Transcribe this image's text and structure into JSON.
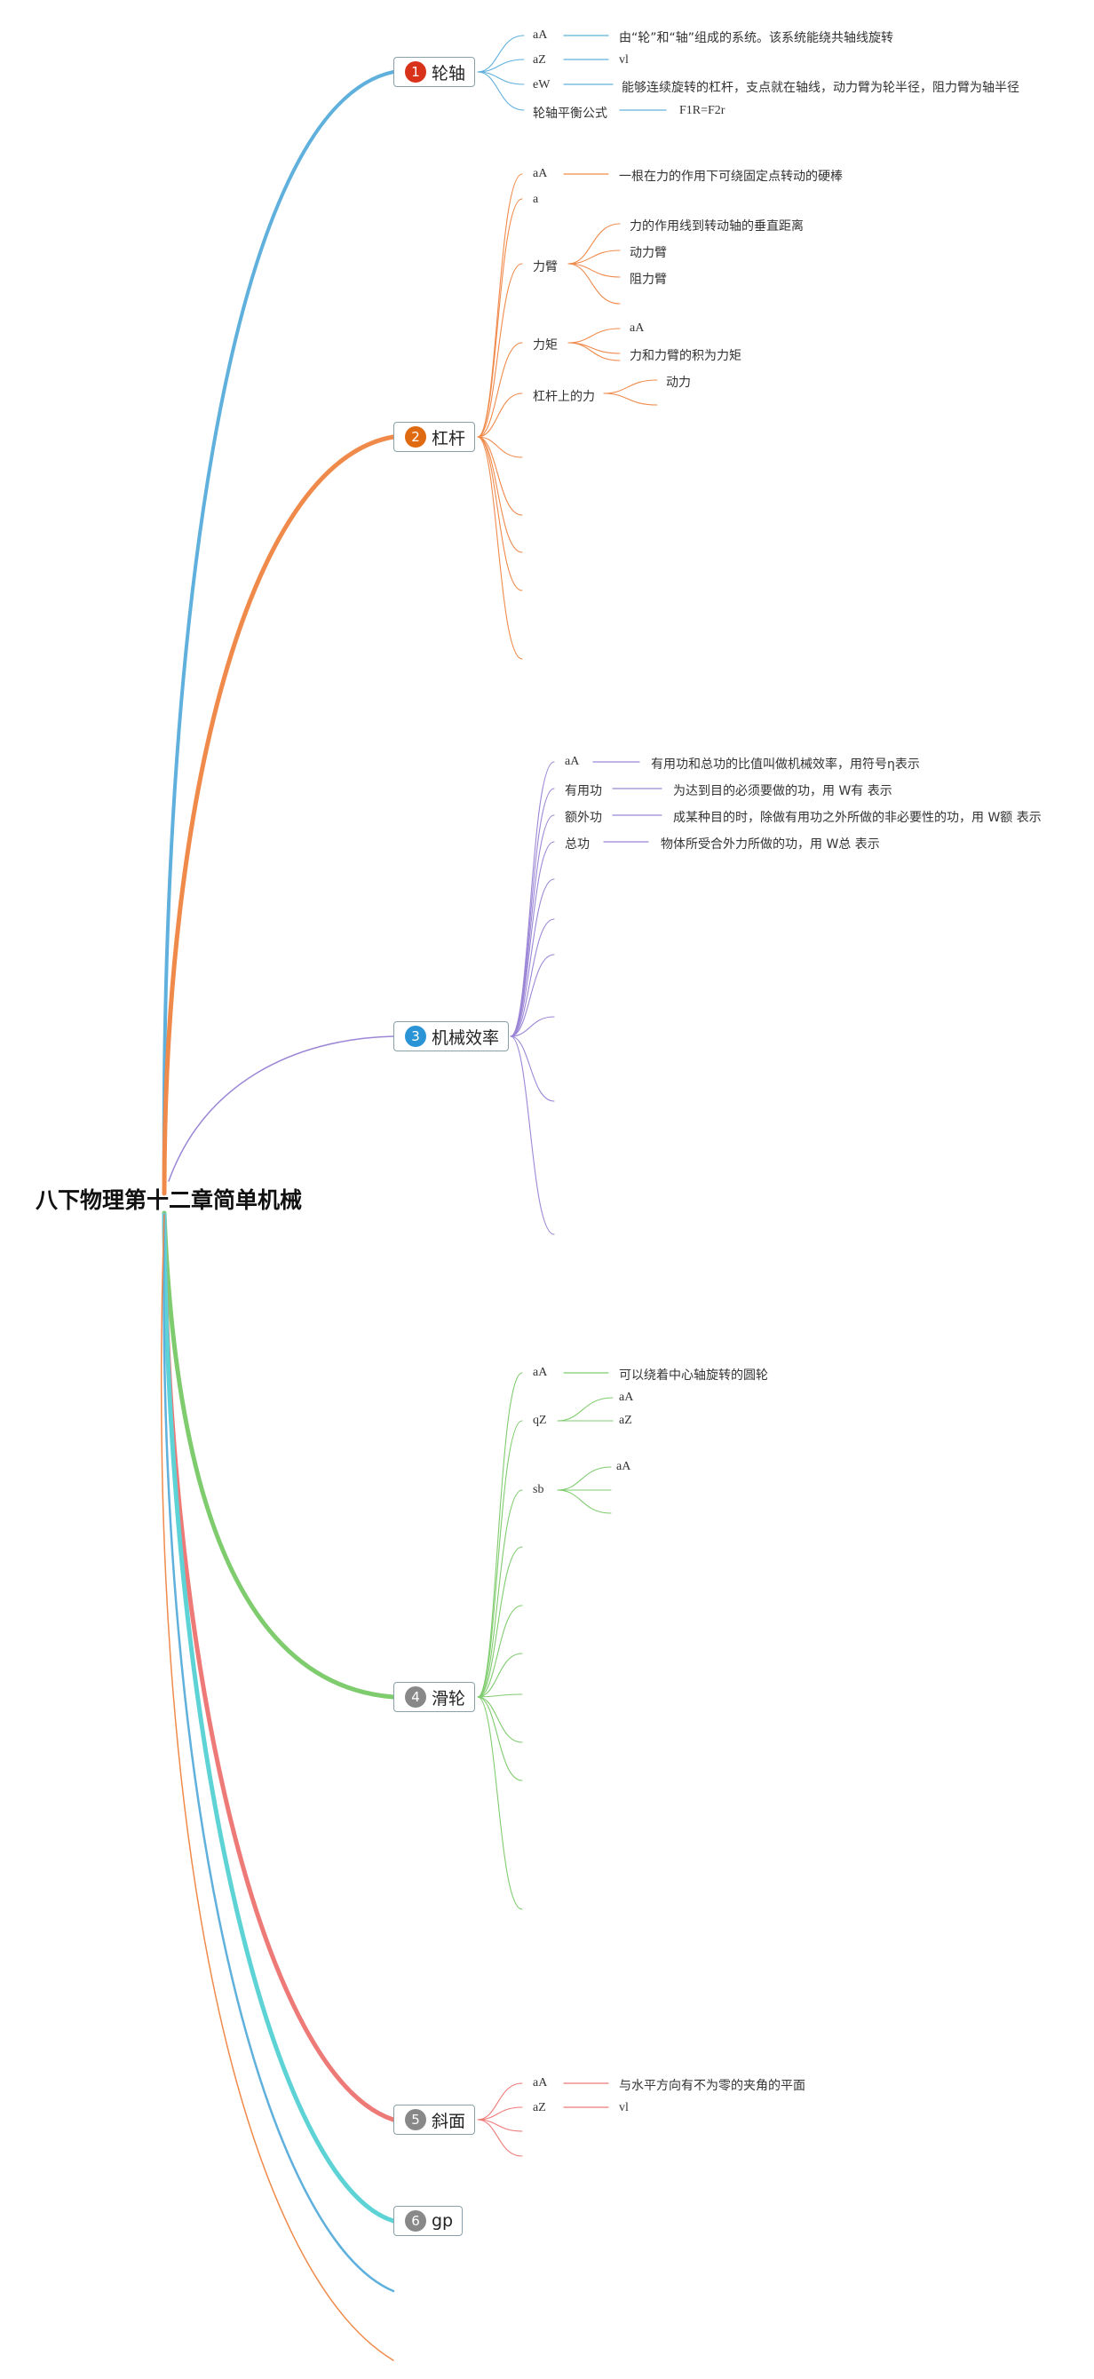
{
  "root": {
    "title": "八下物理第十二章简单机械"
  },
  "colors": {
    "b1": "#5fb0dc",
    "b2": "#f08a4b",
    "b3": "#9b86d6",
    "b4": "#7fcc6e",
    "b5": "#ee7a78",
    "b6": "#5ed3d6",
    "extra1": "#5fb0dc",
    "extra2": "#f08a4b",
    "num1": "#d9321b",
    "num2": "#e06a12",
    "num3": "#2b94d6",
    "num4": "#888888",
    "num5": "#888888",
    "num6": "#888888"
  },
  "branches": [
    {
      "num": "1",
      "label": "轮轴",
      "items": [
        {
          "label": "aA",
          "text": "由“轮”和“轴”组成的系统。该系统能绕共轴线旋转"
        },
        {
          "label": "aZ",
          "text": "vl"
        },
        {
          "label": "eW",
          "text": "能够连续旋转的杠杆，支点就在轴线，动力臂为轮半径，阻力臂为轴半径"
        },
        {
          "label": "轮轴平衡公式",
          "text": "F1R=F2r"
        }
      ]
    },
    {
      "num": "2",
      "label": "杠杆",
      "items": [
        {
          "label": "aA",
          "text": "一根在力的作用下可绕固定点转动的硬棒"
        },
        {
          "label": "a",
          "text": ""
        },
        {
          "label": "力臂",
          "children": [
            "力的作用线到转动轴的垂直距离",
            "动力臂",
            "阻力臂"
          ]
        },
        {
          "label": "力矩",
          "children": [
            "aA",
            "力和力臂的积为力矩"
          ]
        },
        {
          "label": "杠杆上的力",
          "children": [
            "动力",
            ""
          ]
        }
      ]
    },
    {
      "num": "3",
      "label": "机械效率",
      "items": [
        {
          "label": "aA",
          "text": "有用功和总功的比值叫做机械效率，用符号η表示"
        },
        {
          "label": "有用功",
          "text": "为达到目的必须要做的功，用 W有 表示"
        },
        {
          "label": "额外功",
          "text": "成某种目的时，除做有用功之外所做的非必要性的功，用 W额 表示"
        },
        {
          "label": "总功",
          "text": "物体所受合外力所做的功，用 W总 表示"
        }
      ]
    },
    {
      "num": "4",
      "label": "滑轮",
      "items": [
        {
          "label": "aA",
          "text": "可以绕着中心轴旋转的圆轮"
        },
        {
          "label": "qZ",
          "children": [
            "aA",
            "aZ"
          ]
        },
        {
          "label": "sb",
          "children": [
            "aA",
            "",
            ""
          ]
        }
      ]
    },
    {
      "num": "5",
      "label": "斜面",
      "items": [
        {
          "label": "aA",
          "text": "与水平方向有不为零的夹角的平面"
        },
        {
          "label": "aZ",
          "text": "vl"
        }
      ]
    },
    {
      "num": "6",
      "label": "gp",
      "items": []
    }
  ]
}
